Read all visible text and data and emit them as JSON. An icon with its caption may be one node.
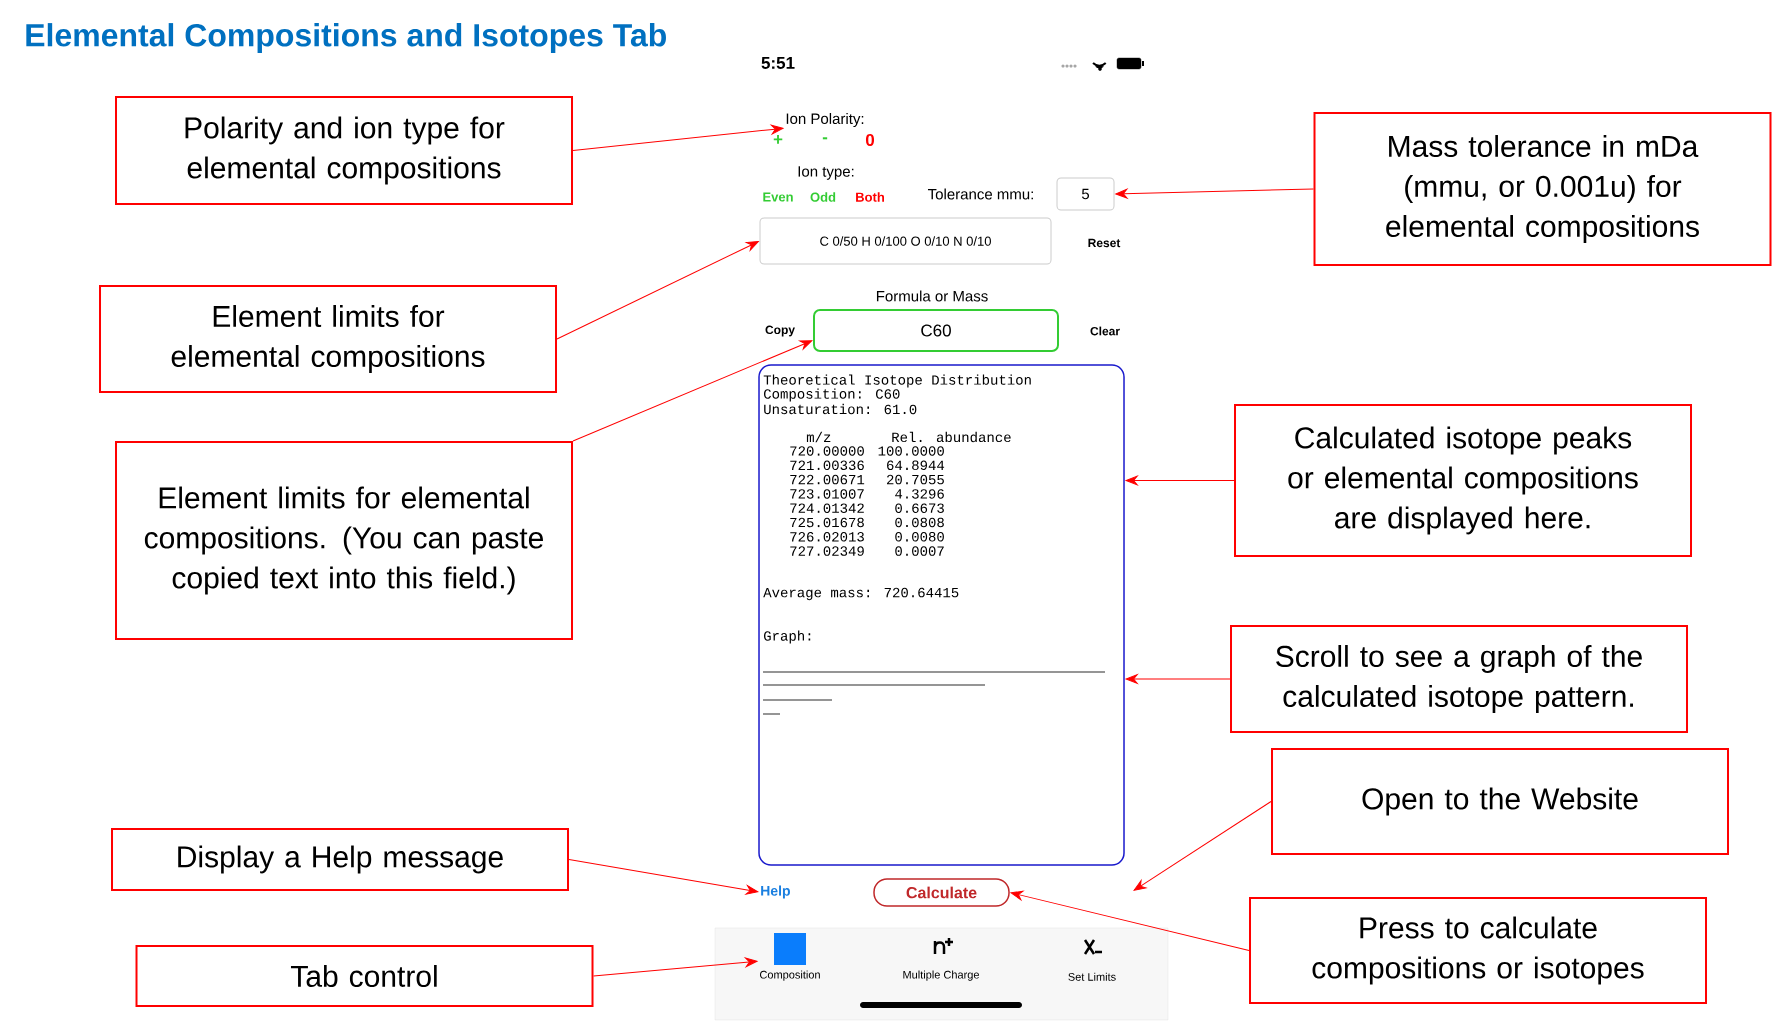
{
  "diagram": {
    "title": "Elemental Compositions and Isotopes Tab",
    "nodes": [
      {
        "text": [
          "Polarity and ion type for elemental compositions"
        ]
      },
      {
        "text": [
          "Ion Polarity:"
        ]
      },
      {
        "text": [
          "Mass tolerance in mDa (mmu, or 0.001u) for elemental compositions"
        ]
      },
      {
        "text": [
          "5"
        ]
      },
      {
        "text": [
          "C 0/50 H 0/100 O 0/10 N 0/10"
        ]
      },
      {
        "text": [
          "Element limits for elemental compositions"
        ]
      },
      {
        "text": [
          "C60"
        ]
      },
      {
        "text": [
          "Element limits for elemental compositions. (You can paste copied text into this field.)"
        ]
      },
      {
        "text": [
          "Theoretical Isotope Distribution",
          "Composition: C60",
          "Unsaturation: 61.0",
          "m/z",
          "Rel. abundance",
          "720.00000",
          "100.0000",
          "721.00336",
          "64.8944",
          "722.00671",
          "20.7055",
          "723.01007",
          "4.3296",
          "724.01342",
          "0.6673",
          "725.01678",
          "0.0808",
          "726.02013",
          "0.0080",
          "727.02349",
          "0.0007",
          "Average mass: 720.64415",
          "Graph:"
        ]
      },
      {
        "text": [
          "Calculated isotope peaks or elemental compositions are displayed here."
        ]
      },
      {
        "text": [
          "Scroll to see a graph of the calculated isotope pattern."
        ]
      },
      {
        "text": [
          "Open to the Website"
        ]
      },
      {
        "text": [
          "Display a Help message"
        ]
      },
      {
        "text": [
          "Help"
        ]
      },
      {
        "text": [
          "Calculate"
        ]
      },
      {
        "text": [
          "Press to calculate compositions or isotopes"
        ]
      },
      {
        "text": [
          "Tab control"
        ]
      },
      {
        "text": [
          "Composition"
        ]
      },
      {
        "text": [
          "Multiple Charge"
        ]
      },
      {
        "text": [
          "Set Limits"
        ]
      }
    ],
    "edges": [
      {
        "from": 0,
        "to": 1,
        "arrow": "to"
      },
      {
        "from": 2,
        "to": 3,
        "arrow": "to"
      },
      {
        "from": 5,
        "to": 4,
        "arrow": "to"
      },
      {
        "from": 7,
        "to": 6,
        "arrow": "to"
      },
      {
        "from": 9,
        "to": 8,
        "arrow": "to"
      },
      {
        "from": 10,
        "to": 8,
        "arrow": "to"
      },
      {
        "from": 11,
        "to": null,
        "arrow": "to"
      },
      {
        "from": 12,
        "to": 13,
        "arrow": "to"
      },
      {
        "from": 15,
        "to": 14,
        "arrow": "to"
      },
      {
        "from": 16,
        "to": 17,
        "arrow": "to"
      }
    ],
    "labels": [
      "5:51",
      "+",
      "-",
      "0",
      "Ion type:",
      "Even",
      "Odd",
      "Both",
      "Tolerance mmu:",
      "Reset",
      "Formula or Mass",
      "Copy",
      "Clear"
    ]
  }
}
